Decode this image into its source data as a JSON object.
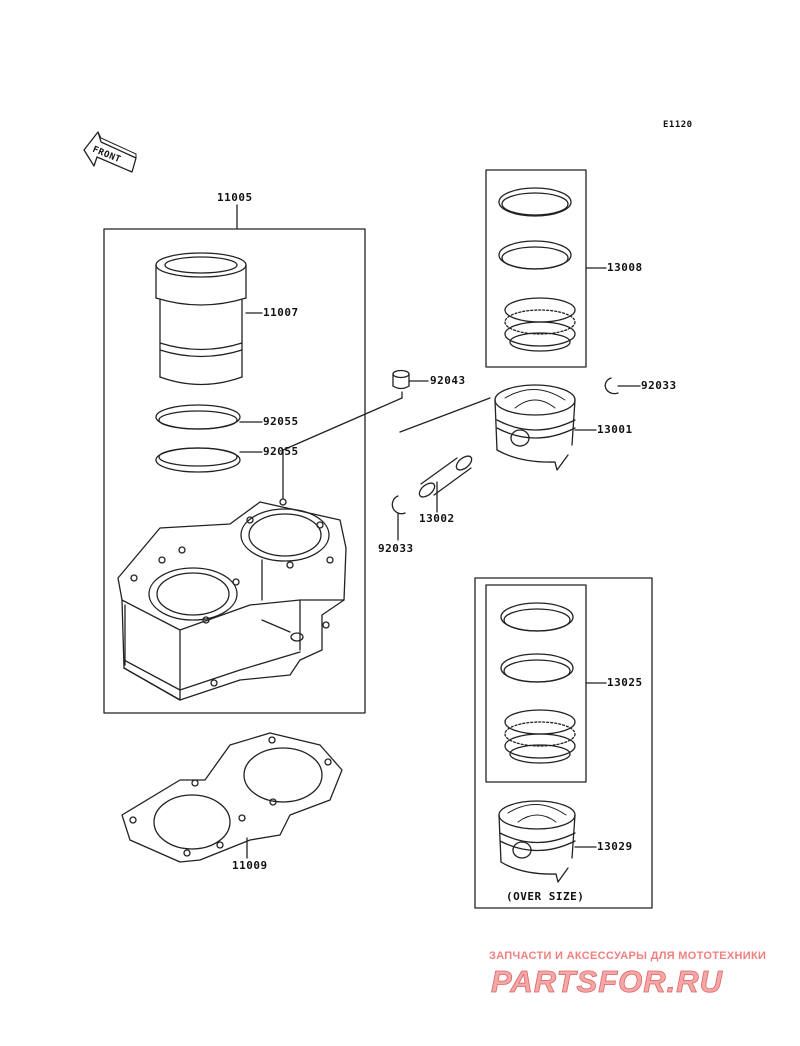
{
  "reference_code": "E1120",
  "front_label": "FRONT",
  "parts": {
    "cylinder_assembly": "11005",
    "liner": "11007",
    "o_ring_upper": "92055",
    "o_ring_lower": "92055",
    "gasket": "11009",
    "dowel": "92043",
    "piston_ring_set": "13008",
    "circlip_right": "92033",
    "piston": "13001",
    "piston_pin": "13002",
    "circlip_left": "92033",
    "piston_ring_set_os": "13025",
    "piston_os": "13029"
  },
  "oversize_note": "(OVER SIZE)",
  "watermark": {
    "line1": "ЗАПЧАСТИ И АКСЕССУАРЫ ДЛЯ МОТОТЕХНИКИ",
    "line2": "PARTSFOR.RU"
  }
}
